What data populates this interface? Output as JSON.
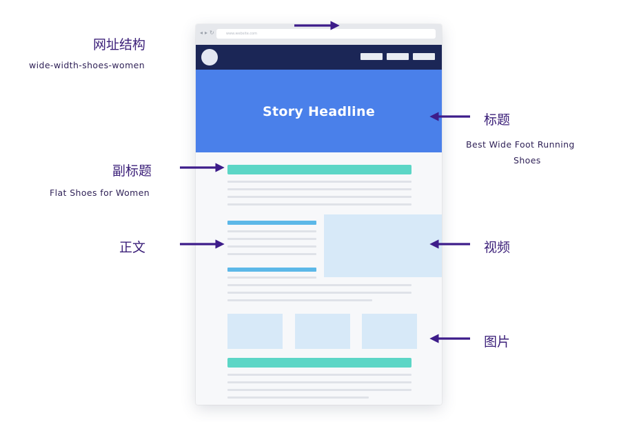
{
  "browser": {
    "url_text": "www.website.com",
    "nav_back": "◂",
    "nav_forward": "▸",
    "nav_reload": "↻",
    "headline": "Story Headline"
  },
  "annotations": {
    "url": {
      "label": "网址结构",
      "example": "wide-width-shoes-women"
    },
    "title": {
      "label": "标题",
      "example_line1": "Best Wide Foot Running",
      "example_line2": "Shoes"
    },
    "subtitle": {
      "label": "副标题",
      "example": "Flat Shoes for Women"
    },
    "body": {
      "label": "正文"
    },
    "video": {
      "label": "视频"
    },
    "image": {
      "label": "图片"
    }
  },
  "colors": {
    "arrow": "#3d1c8a",
    "hero": "#4a80ea",
    "site_nav": "#1b2656",
    "subheading_bar": "#5cd6c6",
    "body_heading_bar": "#5cb8e8",
    "media_placeholder": "#d7e9f8"
  }
}
